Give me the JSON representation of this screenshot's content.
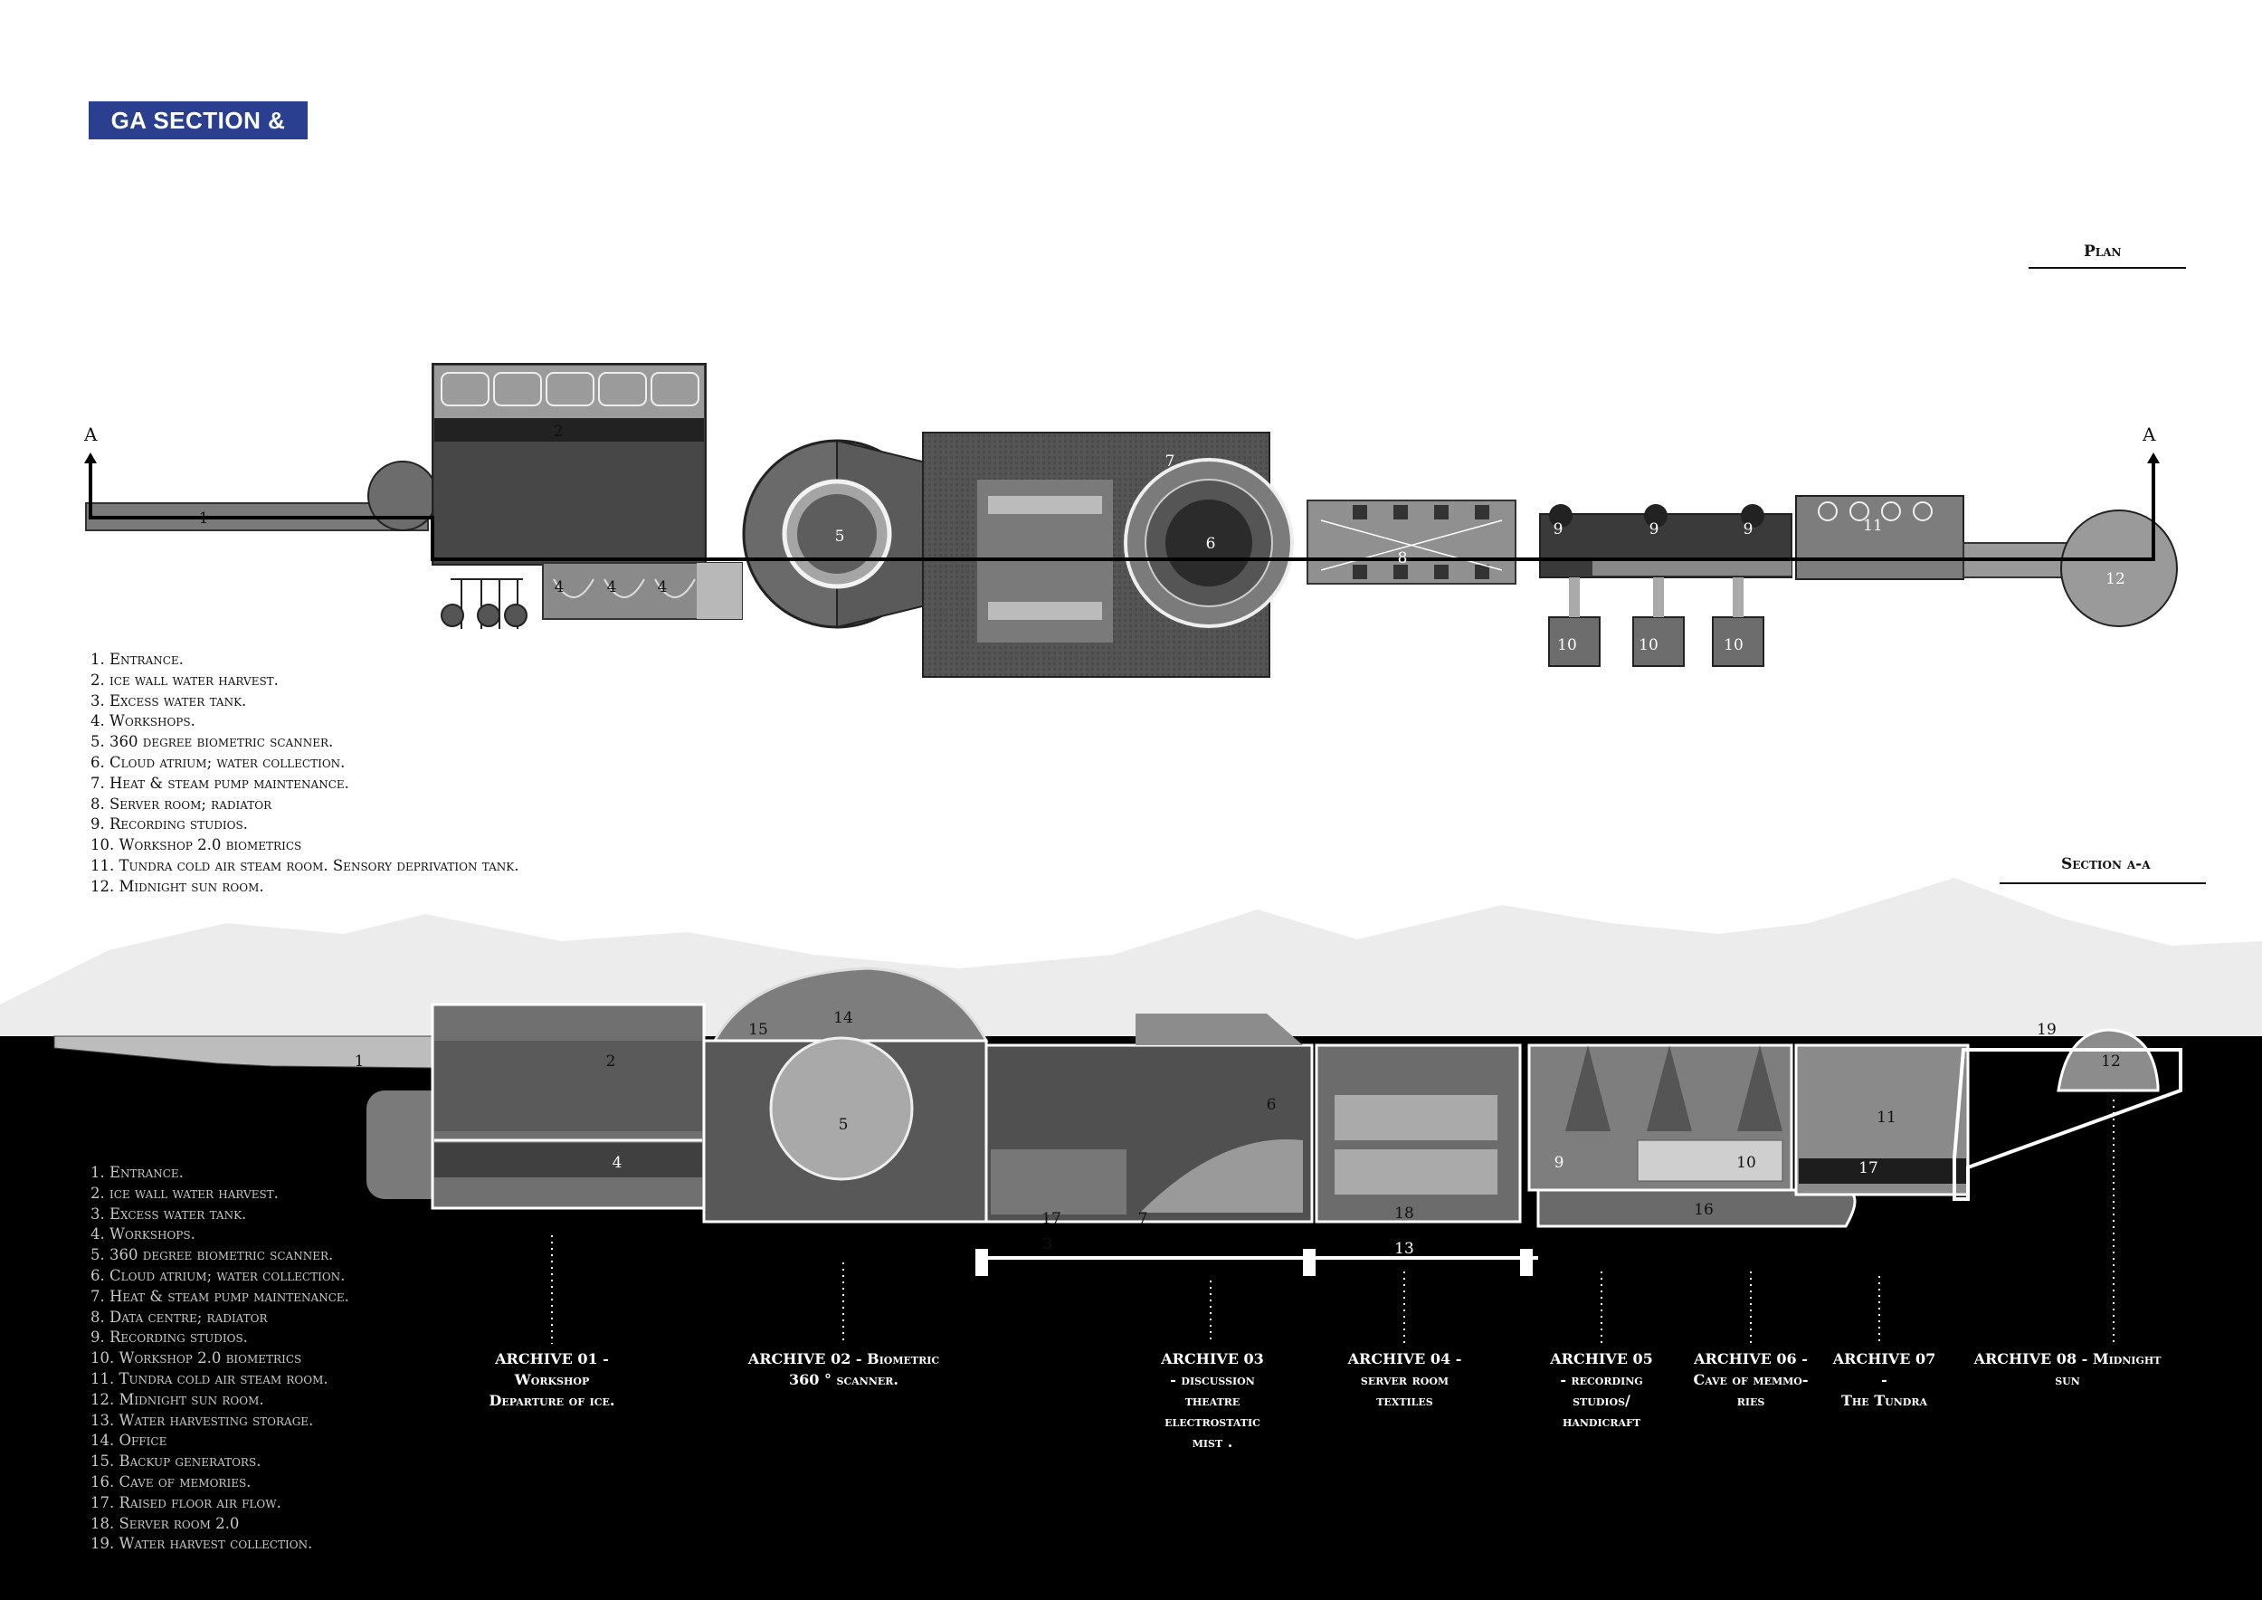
{
  "title": "GA SECTION & PLAN",
  "plan_label": "Plan",
  "section_label": "Section a-a",
  "section_marker": "A",
  "plan_legend": [
    "1. Entrance.",
    "2. ice wall water harvest.",
    "3. Excess water tank.",
    "4. Workshops.",
    "5. 360 degree biometric scanner.",
    "6. Cloud atrium; water collection.",
    "7. Heat & steam pump maintenance.",
    "8. Server room; radiator",
    "9. Recording studios.",
    "10. Workshop 2.0 biometrics",
    "11. Tundra cold air steam room. Sensory deprivation tank.",
    "12. Midnight sun room."
  ],
  "section_legend": [
    "1. Entrance.",
    "2. ice wall water harvest.",
    "3. Excess water tank.",
    "4. Workshops.",
    "5. 360 degree biometric scanner.",
    "6. Cloud atrium; water collection.",
    "7. Heat & steam pump maintenance.",
    "8. Data centre; radiator",
    "9. Recording studios.",
    "10. Workshop 2.0 biometrics",
    "11. Tundra cold air steam room.",
    "12. Midnight sun room.",
    "13. Water harvesting storage.",
    "14. Office",
    "15. Backup generators.",
    "16. Cave of memories.",
    "17. Raised floor air flow.",
    "18. Server room 2.0",
    "19. Water harvest collection."
  ],
  "archives": [
    "ARCHIVE 01 -\nWorkshop\nDeparture of ice.",
    "ARCHIVE 02 - Biometric\n360 ° scanner.",
    "ARCHIVE 03\n- discussion\ntheatre\nelectrostatic\nmist .",
    "ARCHIVE 04 -\nserver room\ntextiles",
    "ARCHIVE 05\n- recording\nstudios/\nhandicraft",
    "ARCHIVE 06 -\nCave of memmo-\nries",
    "ARCHIVE 07 -\nThe Tundra",
    "ARCHIVE 08 - Midnight\nsun"
  ],
  "plan_numbers": [
    "1",
    "2",
    "4",
    "4",
    "4",
    "5",
    "6",
    "7",
    "8",
    "9",
    "9",
    "9",
    "10",
    "10",
    "10",
    "11",
    "12"
  ],
  "section_numbers": [
    "1",
    "2",
    "4",
    "15",
    "14",
    "5",
    "6",
    "17",
    "7",
    "3",
    "18",
    "13",
    "9",
    "10",
    "16",
    "17",
    "11",
    "19",
    "12"
  ]
}
